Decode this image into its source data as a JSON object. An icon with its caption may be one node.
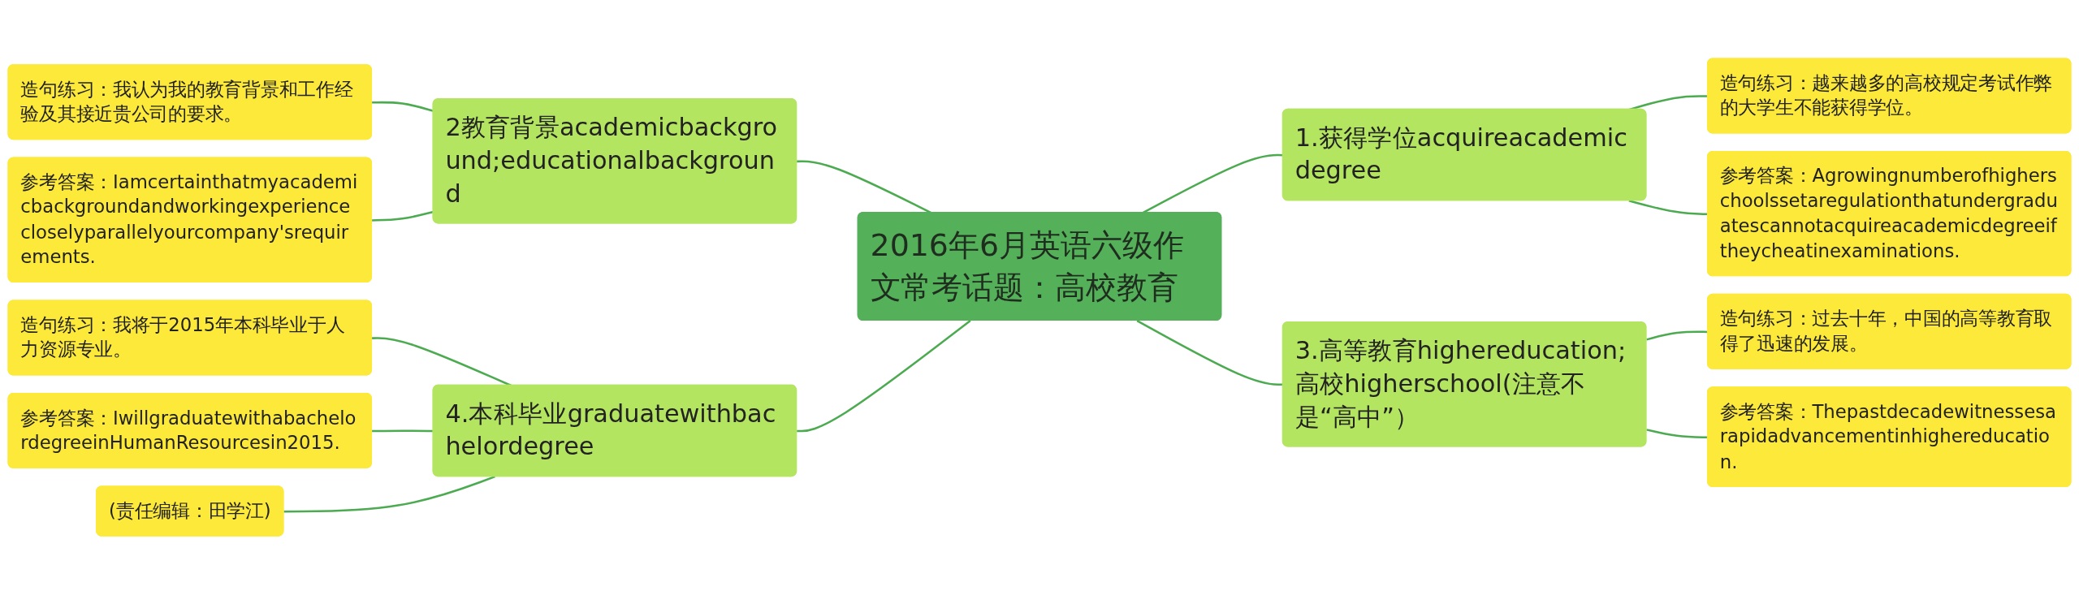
{
  "diagram": {
    "nodes": [
      {
        "text": [
          "2016年6月英语六级作文常考话题：高校教育"
        ]
      },
      {
        "text": [
          "2教育背景academicbackground;educationalbackground"
        ]
      },
      {
        "text": [
          "造句练习：我认为我的教育背景和工作经验及其接近贵公司的要求。"
        ]
      },
      {
        "text": [
          "参考答案：Iamcertainthatmyacademicbackgroundandworkingexperiencecloselyparallelyourcompany'srequirements."
        ]
      },
      {
        "text": [
          "4.本科毕业graduatewithbachelordegree"
        ]
      },
      {
        "text": [
          "造句练习：我将于2015年本科毕业于人力资源专业。"
        ]
      },
      {
        "text": [
          "参考答案：IwillgraduatewithabachelordegreeinHumanResourcesin2015."
        ]
      },
      {
        "text": [
          "(责任编辑：田学江)"
        ]
      },
      {
        "text": [
          "1.获得学位acquireacademicdegree"
        ]
      },
      {
        "text": [
          "造句练习：越来越多的高校规定考试作弊的大学生不能获得学位。"
        ]
      },
      {
        "text": [
          "参考答案：Agrowingnumberofhigherschoolssetaregulationthatundergraduatescannotacquireacademicdegreeiftheycheatinexaminations."
        ]
      },
      {
        "text": [
          "3.高等教育highereducation;高校higherschool(注意不是“高中”）"
        ]
      },
      {
        "text": [
          "造句练习：过去十年，中国的高等教育取得了迅速的发展。"
        ]
      },
      {
        "text": [
          "参考答案：Thepastdecadewitnessesarapidadvancementinhighereducation."
        ]
      }
    ],
    "edges": [
      {
        "from": 1,
        "to": 0,
        "arrow": "none"
      },
      {
        "from": 2,
        "to": 1,
        "arrow": "none"
      },
      {
        "from": 3,
        "to": 1,
        "arrow": "none"
      },
      {
        "from": 4,
        "to": 0,
        "arrow": "none"
      },
      {
        "from": 5,
        "to": 4,
        "arrow": "none"
      },
      {
        "from": 6,
        "to": 4,
        "arrow": "none"
      },
      {
        "from": 7,
        "to": 4,
        "arrow": "none"
      },
      {
        "from": 0,
        "to": 8,
        "arrow": "none"
      },
      {
        "from": 8,
        "to": 9,
        "arrow": "none"
      },
      {
        "from": 8,
        "to": 10,
        "arrow": "none"
      },
      {
        "from": 0,
        "to": 11,
        "arrow": "none"
      },
      {
        "from": 11,
        "to": 12,
        "arrow": "none"
      },
      {
        "from": 11,
        "to": 13,
        "arrow": "none"
      }
    ]
  }
}
